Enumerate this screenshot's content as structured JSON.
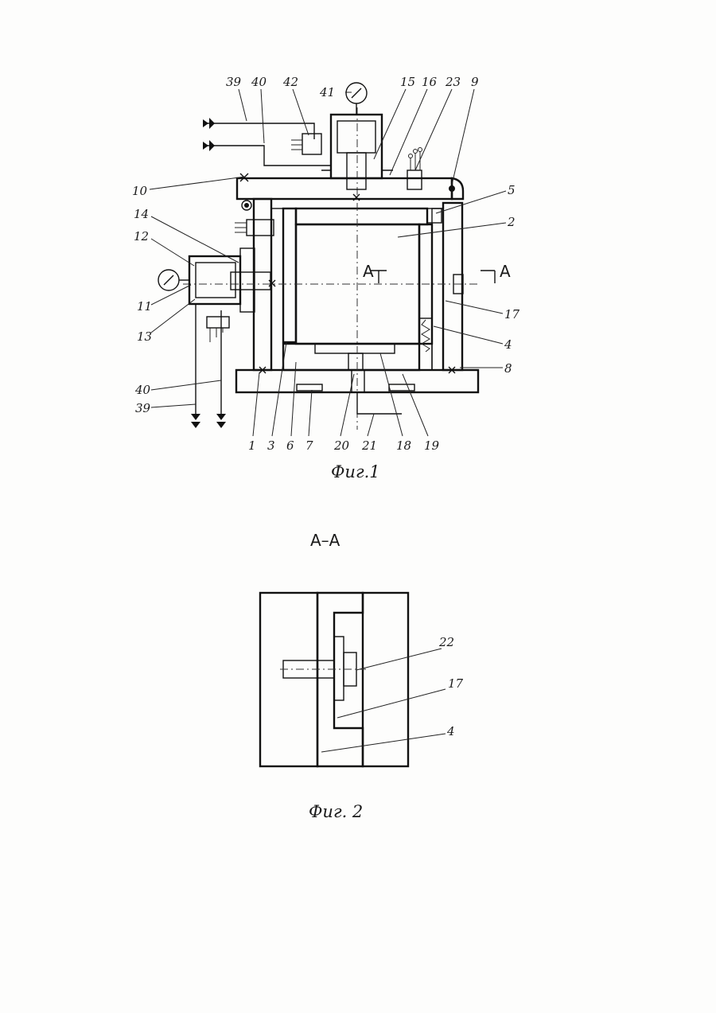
{
  "figure1": {
    "caption": "Фиг.1",
    "section_marker": "А",
    "labels": {
      "l39_top": "39",
      "l40_top": "40",
      "l42": "42",
      "l41": "41",
      "l15": "15",
      "l16": "16",
      "l23": "23",
      "l9": "9",
      "l10": "10",
      "l5": "5",
      "l14": "14",
      "l2": "2",
      "l12": "12",
      "l11": "11",
      "l13": "13",
      "l17": "17",
      "l4": "4",
      "l8": "8",
      "l40_bottom": "40",
      "l39_bottom": "39",
      "l1": "1",
      "l3": "3",
      "l6": "6",
      "l7": "7",
      "l20": "20",
      "l21": "21",
      "l18": "18",
      "l19": "19"
    }
  },
  "section_title": "А–А",
  "figure2": {
    "caption": "Фиг. 2",
    "labels": {
      "l22": "22",
      "l17": "17",
      "l4": "4"
    }
  }
}
